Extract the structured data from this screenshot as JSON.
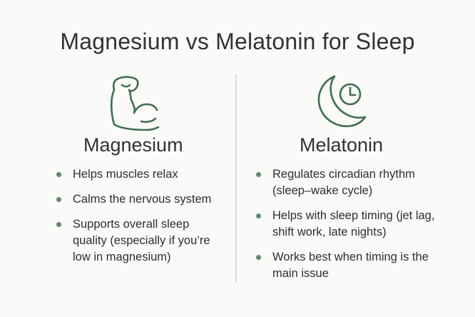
{
  "title": "Magnesium vs Melatonin for Sleep",
  "accent_color": "#3f6e52",
  "columns": [
    {
      "heading": "Magnesium",
      "icon": "flexed-bicep-icon",
      "bullets": [
        "Helps muscles relax",
        "Calms the nervous system",
        "Supports overall sleep quality (especially if you’re low in magnesium)"
      ]
    },
    {
      "heading": "Melatonin",
      "icon": "moon-clock-icon",
      "bullets": [
        "Regulates circadian rhythm (sleep–wake cycle)",
        "Helps with sleep timing (jet lag, shift work, late nights)",
        "Works best when timing is the main issue"
      ]
    }
  ]
}
